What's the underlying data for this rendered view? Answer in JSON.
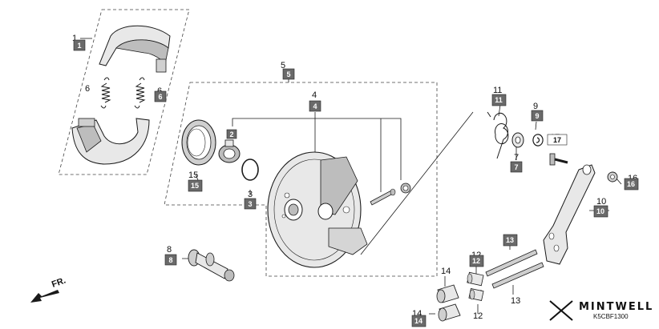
{
  "colors": {
    "callout_box": "#6a6a6a",
    "line": "#1a1a1a",
    "part_fill": "#e8e8e8",
    "part_shade": "#bdbdbd"
  },
  "labels": {
    "l1": "1",
    "l6a": "6",
    "l6b": "6",
    "l5": "5",
    "l4": "4",
    "l3": "3",
    "l11": "11",
    "l9": "9",
    "l7": "7",
    "l17": "17",
    "l16": "16",
    "l10": "10",
    "l15": "15",
    "l8": "8",
    "l12a": "12",
    "l12b": "12",
    "l13a": "13",
    "l13b": "13",
    "l14a": "14",
    "l14b": "14",
    "l2": "2"
  },
  "boxed_labels": {
    "b1": "1",
    "b6": "6",
    "b5": "5",
    "b4": "4",
    "b2": "2",
    "b3": "3",
    "b11": "11",
    "b9": "9",
    "b7": "7",
    "b17": "17",
    "b16": "16",
    "b10": "10",
    "b15": "15",
    "b8": "8",
    "b12": "12",
    "b13": "13",
    "b14": "14"
  },
  "front_indicator": "FR.",
  "reference_code": "K5CBF1300",
  "brand": "MINTWELL",
  "icons": {
    "front_arrow": "arrow-left-down-icon",
    "brand_logo": "mintwell-logo-icon"
  }
}
